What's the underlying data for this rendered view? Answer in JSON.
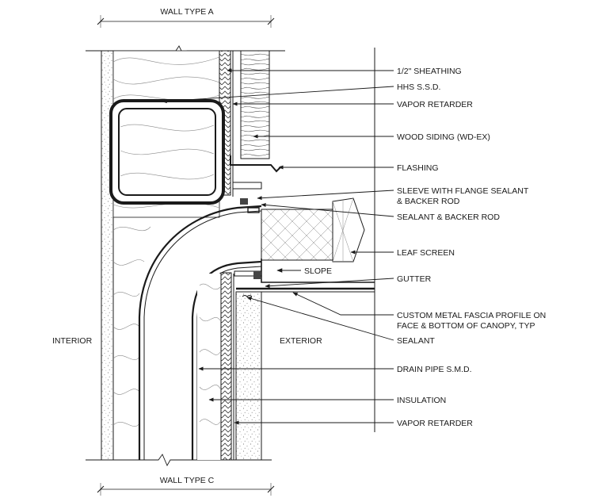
{
  "labels": {
    "wall_type_a": "WALL TYPE A",
    "wall_type_c": "WALL TYPE C",
    "interior": "INTERIOR",
    "exterior": "EXTERIOR",
    "slope": "SLOPE"
  },
  "callouts": [
    {
      "id": "sheathing",
      "lines": [
        "1/2\" SHEATHING"
      ]
    },
    {
      "id": "hhs",
      "lines": [
        "HHS S.S.D."
      ]
    },
    {
      "id": "vapor-retarder-top",
      "lines": [
        "VAPOR RETARDER"
      ]
    },
    {
      "id": "wood-siding",
      "lines": [
        "WOOD SIDING (WD-EX)"
      ]
    },
    {
      "id": "flashing",
      "lines": [
        "FLASHING"
      ]
    },
    {
      "id": "sleeve",
      "lines": [
        "SLEEVE WITH FLANGE SEALANT",
        "& BACKER ROD"
      ]
    },
    {
      "id": "sealant-backer",
      "lines": [
        "SEALANT & BACKER ROD"
      ]
    },
    {
      "id": "leaf-screen",
      "lines": [
        "LEAF SCREEN"
      ]
    },
    {
      "id": "gutter",
      "lines": [
        "GUTTER"
      ]
    },
    {
      "id": "fascia",
      "lines": [
        "CUSTOM METAL FASCIA PROFILE ON",
        "FACE & BOTTOM OF CANOPY, TYP"
      ]
    },
    {
      "id": "sealant",
      "lines": [
        "SEALANT"
      ]
    },
    {
      "id": "drain-pipe",
      "lines": [
        "DRAIN PIPE S.M.D."
      ]
    },
    {
      "id": "insulation",
      "lines": [
        "INSULATION"
      ]
    },
    {
      "id": "vapor-retarder-bottom",
      "lines": [
        "VAPOR RETARDER"
      ]
    }
  ]
}
